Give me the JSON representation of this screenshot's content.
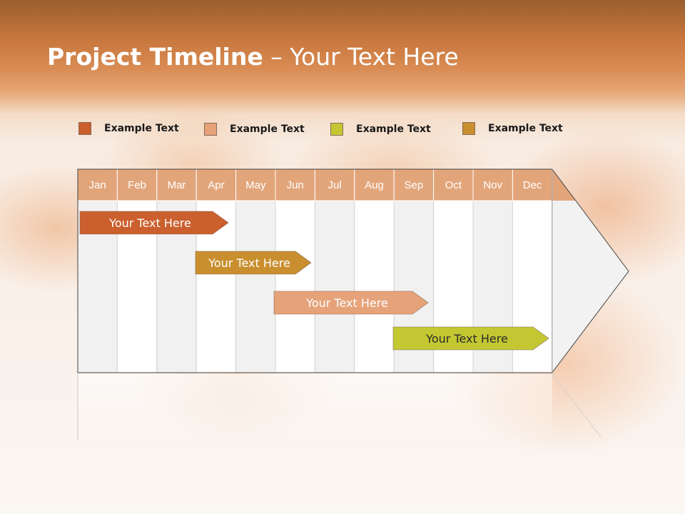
{
  "slide": {
    "title_bold": "Project Timeline",
    "title_rest": " – Your Text Here"
  },
  "legend": [
    {
      "label": "Example Text",
      "color": "#cb5f2d"
    },
    {
      "label": "Example Text",
      "color": "#e6a37a"
    },
    {
      "label": "Example Text",
      "color": "#c3c832"
    },
    {
      "label": "Example Text",
      "color": "#c98f2e"
    }
  ],
  "chart_data": {
    "type": "timeline",
    "months": [
      "Jan",
      "Feb",
      "Mar",
      "Apr",
      "May",
      "Jun",
      "Jul",
      "Aug",
      "Sep",
      "Oct",
      "Nov",
      "Dec"
    ],
    "tasks": [
      {
        "label": "Your  Text Here",
        "start": "Jan",
        "end": "Apr",
        "color": "#cb5f2d"
      },
      {
        "label": "Your  Text Here",
        "start": "Apr",
        "end": "Jun",
        "color": "#c98f2e"
      },
      {
        "label": "Your  Text Here",
        "start": "Jun",
        "end": "Sep",
        "color": "#e6a37a"
      },
      {
        "label": "Your  Text Here",
        "start": "Sep",
        "end": "Dec",
        "color": "#c3c832"
      }
    ],
    "colors": {
      "header": "#e2a57a",
      "grid_light": "#f1f1f1",
      "grid_white": "#ffffff",
      "outline": "#444444"
    }
  }
}
